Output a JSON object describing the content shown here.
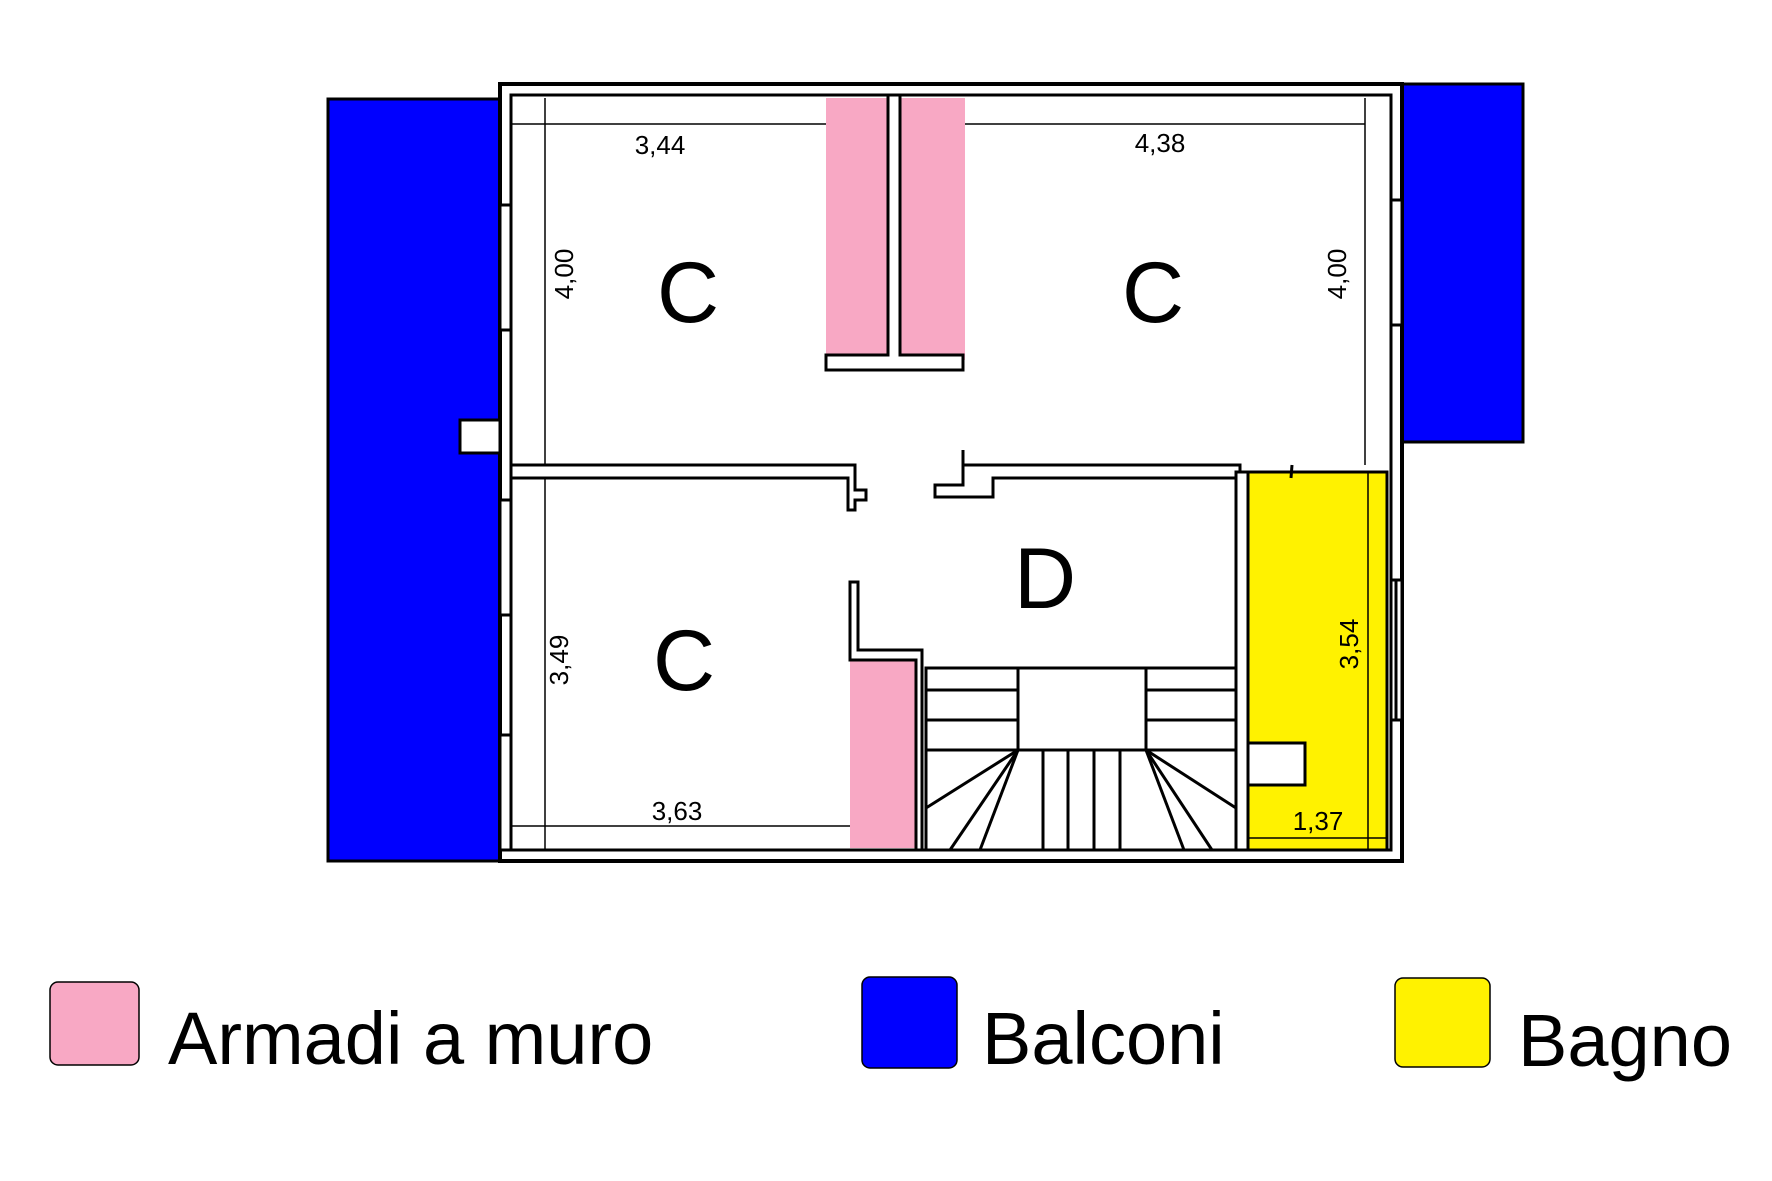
{
  "colors": {
    "wardrobe": "#F8A8C4",
    "balcony": "#0000FF",
    "bathroom": "#FFF200",
    "wall": "#000000",
    "background": "#FFFFFF"
  },
  "rooms": {
    "bedroom_top_left": "C",
    "bedroom_top_right": "C",
    "bedroom_bottom_left": "C",
    "hallway": "D"
  },
  "dimensions": {
    "top_left_width": "3,44",
    "top_left_height": "4,00",
    "top_right_width": "4,38",
    "top_right_height": "4,00",
    "bottom_left_height": "3,49",
    "bottom_left_width": "3,63",
    "bathroom_height": "3,54",
    "bathroom_width": "1,37"
  },
  "legend": [
    {
      "label": "Armadi a muro",
      "color": "#F8A8C4"
    },
    {
      "label": "Balconi",
      "color": "#0000FF"
    },
    {
      "label": "Bagno",
      "color": "#FFF200"
    }
  ]
}
